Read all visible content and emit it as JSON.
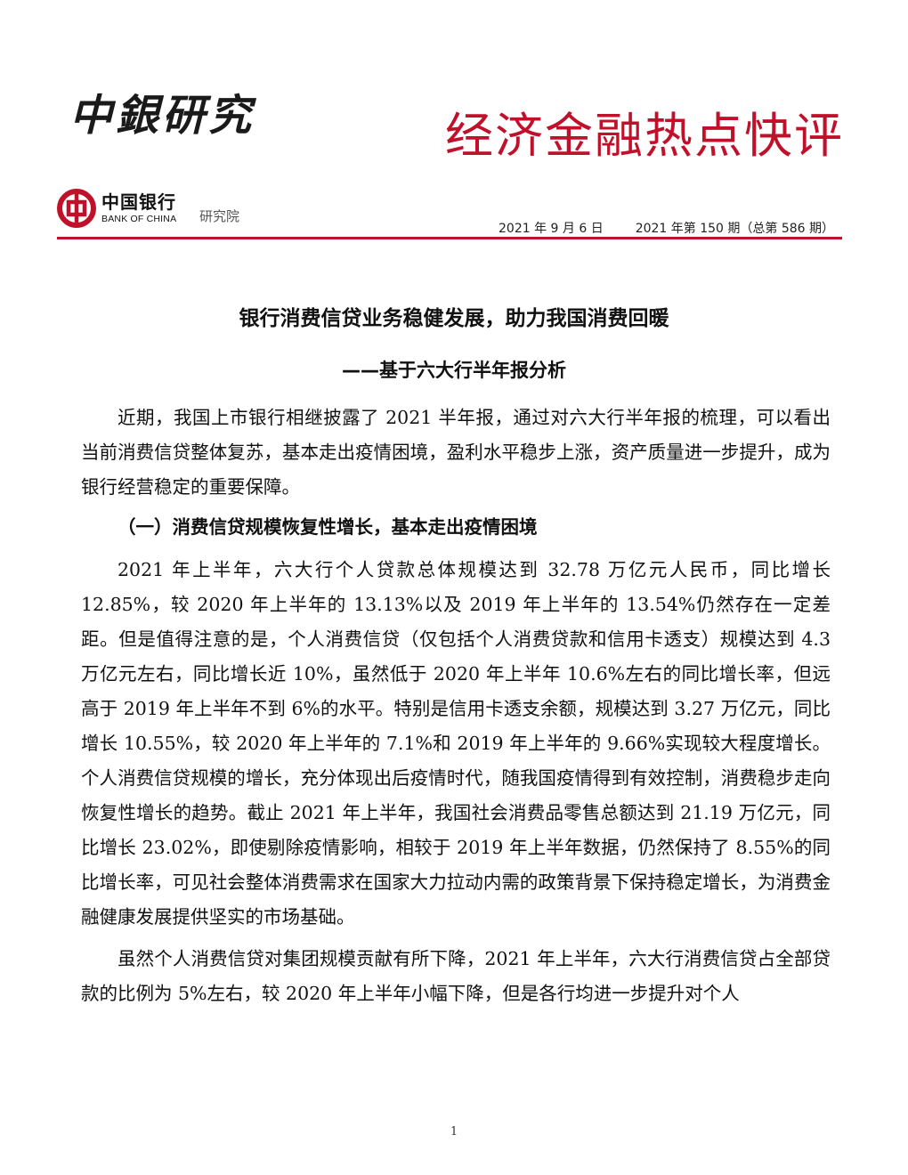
{
  "header": {
    "calligraphy_logo": "中銀研究",
    "series_title": "经济金融热点快评",
    "bank_logo_cn": "中国银行",
    "bank_logo_en": "BANK OF CHINA",
    "institute": "研究院",
    "date": "2021 年 9 月 6 日",
    "issue": "2021 年第 150 期（总第 586 期）",
    "accent_color": "#c0102a"
  },
  "article": {
    "title": "银行消费信贷业务稳健发展，助力我国消费回暖",
    "subtitle": "——基于六大行半年报分析",
    "intro": "近期，我国上市银行相继披露了 2021 半年报，通过对六大行半年报的梳理，可以看出当前消费信贷整体复苏，基本走出疫情困境，盈利水平稳步上涨，资产质量进一步提升，成为银行经营稳定的重要保障。",
    "section1_heading": "（一）消费信贷规模恢复性增长，基本走出疫情困境",
    "para1": "2021 年上半年，六大行个人贷款总体规模达到 32.78 万亿元人民币，同比增长 12.85%，较 2020 年上半年的 13.13%以及 2019 年上半年的 13.54%仍然存在一定差距。但是值得注意的是，个人消费信贷（仅包括个人消费贷款和信用卡透支）规模达到 4.3 万亿元左右，同比增长近 10%，虽然低于 2020 年上半年 10.6%左右的同比增长率，但远高于 2019 年上半年不到 6%的水平。特别是信用卡透支余额，规模达到 3.27 万亿元，同比增长 10.55%，较 2020 年上半年的 7.1%和 2019 年上半年的 9.66%实现较大程度增长。个人消费信贷规模的增长，充分体现出后疫情时代，随我国疫情得到有效控制，消费稳步走向恢复性增长的趋势。截止 2021 年上半年，我国社会消费品零售总额达到 21.19 万亿元，同比增长 23.02%，即使剔除疫情影响，相较于 2019 年上半年数据，仍然保持了 8.55%的同比增长率，可见社会整体消费需求在国家大力拉动内需的政策背景下保持稳定增长，为消费金融健康发展提供坚实的市场基础。",
    "para2": "虽然个人消费信贷对集团规模贡献有所下降，2021 年上半年，六大行消费信贷占全部贷款的比例为 5%左右，较 2020 年上半年小幅下降，但是各行均进一步提升对个人"
  },
  "footer": {
    "page_number": "1"
  }
}
